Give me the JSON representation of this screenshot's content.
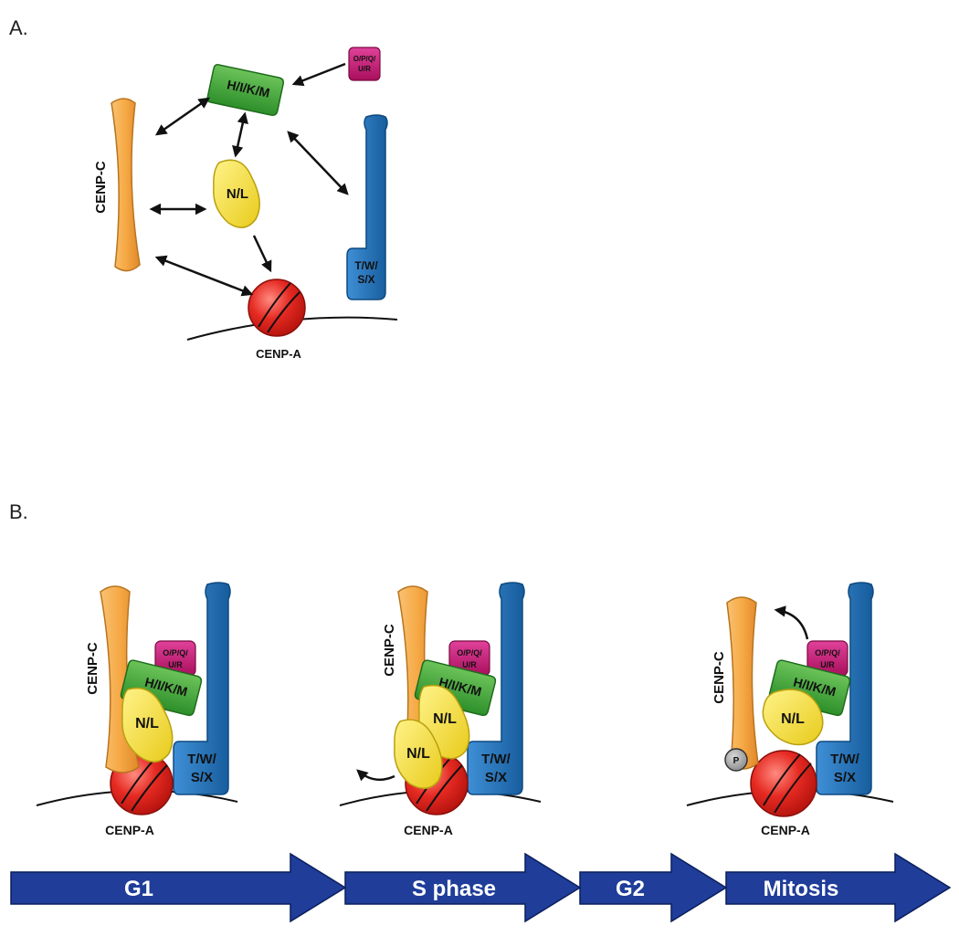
{
  "panels": {
    "a": "A.",
    "b": "B."
  },
  "proteins": {
    "cenp_c": "CENP-C",
    "cenp_a": "CENP-A",
    "hikm": "H/I/K/M",
    "nl": "N/L",
    "tw_line1": "T/W/",
    "tw_line2": "S/X",
    "opq_line1": "O/P/Q/",
    "opq_line2": "U/R",
    "phospho": "P"
  },
  "cell_cycle": {
    "phases": [
      "G1",
      "S phase",
      "G2",
      "Mitosis"
    ]
  },
  "colors": {
    "cenp_c": "#f6a945",
    "hikm": "#3aa535",
    "nl": "#f5e23c",
    "tw": "#1d6fb8",
    "opq": "#c5176e",
    "cenp_a": "#e02020",
    "arrow_band": "#1f3d99"
  }
}
